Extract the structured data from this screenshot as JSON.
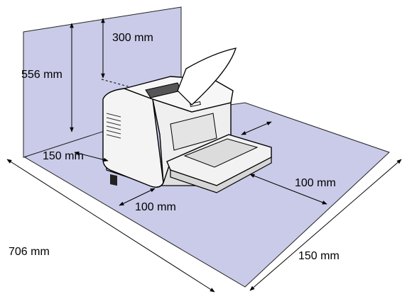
{
  "labels": {
    "height": "556 mm",
    "top_clearance": "300 mm",
    "left_side": "150 mm",
    "front": "100 mm",
    "right_side": "100 mm",
    "total_depth": "706 mm",
    "right_margin": "150 mm"
  },
  "colors": {
    "clearance_area": "#c9cbe8",
    "outline": "#000000",
    "printer_body": "#f4f4f4",
    "printer_shade": "#d8d8d8",
    "background": "#ffffff"
  }
}
